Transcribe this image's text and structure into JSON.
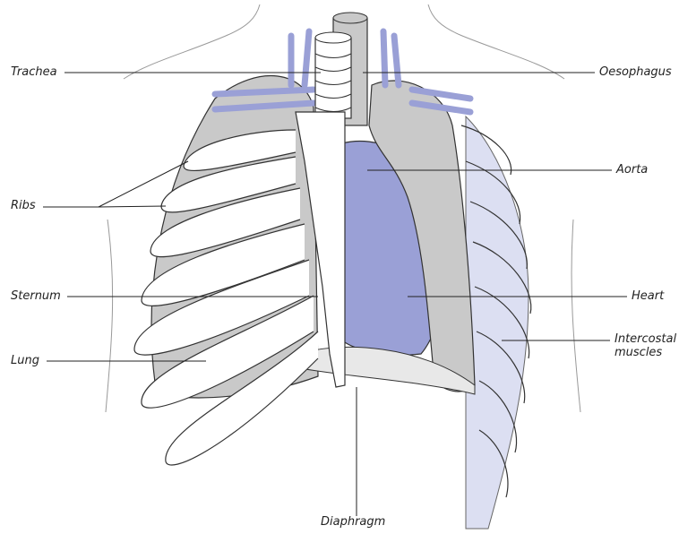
{
  "labels": {
    "trachea": "Trachea",
    "oesophagus": "Oesophagus",
    "ribs": "Ribs",
    "aorta": "Aorta",
    "sternum": "Sternum",
    "heart": "Heart",
    "lung": "Lung",
    "intercostal_1": "Intercostal",
    "intercostal_2": "muscles",
    "diaphragm": "Diaphragm"
  },
  "colors": {
    "vessel": "#9aa0d6",
    "heart": "#9aa0d6",
    "lung": "#c9c9c9",
    "muscle": "#dcdff2",
    "bone": "#ffffff",
    "outline": "#333333"
  }
}
